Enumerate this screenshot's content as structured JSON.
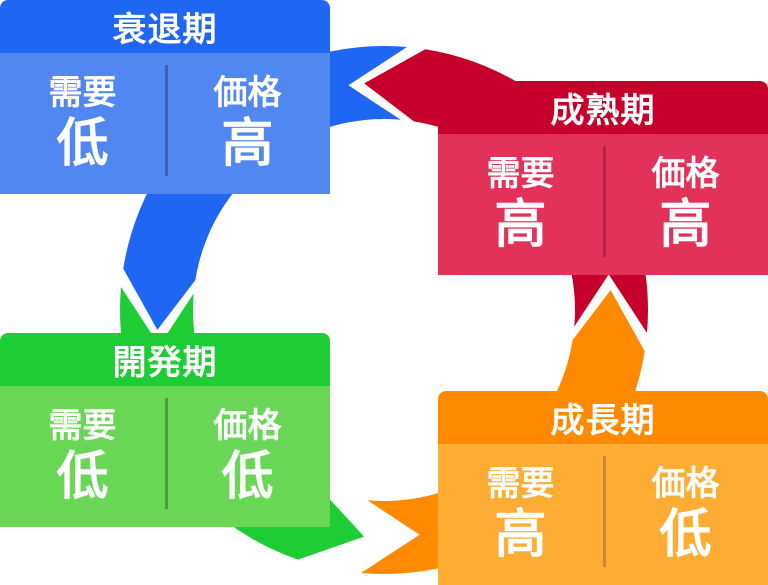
{
  "stages": [
    {
      "id": "decline",
      "title": "衰退期",
      "demand_label": "需要",
      "demand": "低",
      "price_label": "価格",
      "price": "高",
      "head_color": "#1f66f2",
      "body_color": "#5187f0",
      "div_color": "#3d5fb4"
    },
    {
      "id": "mature",
      "title": "成熟期",
      "demand_label": "需要",
      "demand": "高",
      "price_label": "価格",
      "price": "高",
      "head_color": "#c5002d",
      "body_color": "#e3325a",
      "div_color": "#b22346"
    },
    {
      "id": "dev",
      "title": "開発期",
      "demand_label": "需要",
      "demand": "低",
      "price_label": "価格",
      "price": "低",
      "head_color": "#1ecd35",
      "body_color": "#69d755",
      "div_color": "#4a9c3c"
    },
    {
      "id": "growth",
      "title": "成長期",
      "demand_label": "需要",
      "demand": "高",
      "price_label": "価格",
      "price": "低",
      "head_color": "#ff8a00",
      "body_color": "#fdad33",
      "div_color": "#c98a2a"
    }
  ],
  "ring_colors": {
    "blue": "#1f66f2",
    "red": "#c5002d",
    "green": "#1ecd35",
    "orange": "#ff8a00"
  }
}
